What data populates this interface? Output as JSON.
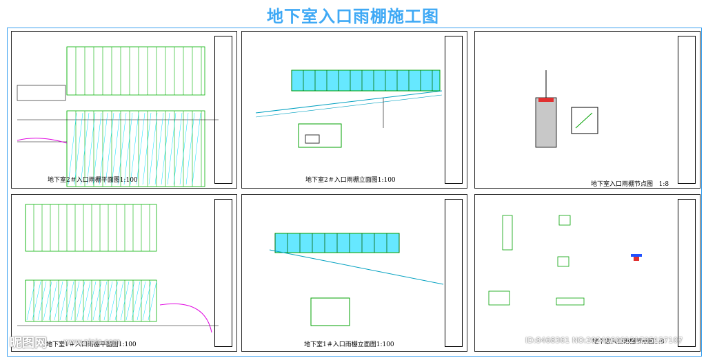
{
  "header": {
    "title": "地下室入口雨棚施工图"
  },
  "sheets": [
    {
      "caption": "地下室2＃入口雨棚平面图1:100"
    },
    {
      "caption": "地下室2＃入口雨棚立面图1:100"
    },
    {
      "caption": "地下室入口雨棚节点图",
      "scale": "1:8"
    },
    {
      "caption": "地下室1＃入口雨棚平面图1:100"
    },
    {
      "caption": "地下室1＃入口雨棚立面图1:100"
    },
    {
      "caption": "地下室入口雨棚节点图1:8"
    }
  ],
  "watermark": {
    "logo": "昵图网",
    "site": "www.nipic.com",
    "id_text": "ID:8468361 NO:20240606121705157107"
  },
  "colors": {
    "title": "#3fa9f5",
    "frame": "#39a0f0",
    "cad_green": "#00c800",
    "cad_cyan": "#00e0ff",
    "cad_magenta": "#e000e0"
  }
}
